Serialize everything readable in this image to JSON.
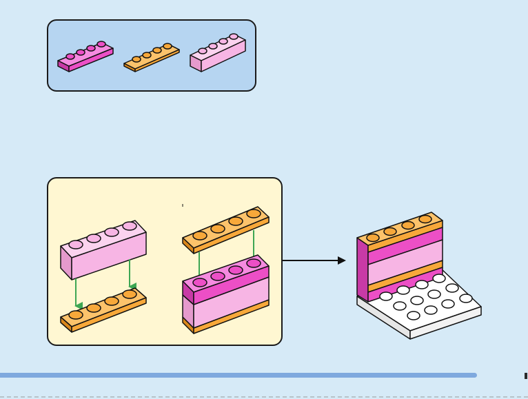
{
  "colors": {
    "background": "#d6eaf7",
    "parts_panel": "#b6d5f1",
    "steps_panel": "#fff7d2",
    "magenta": "#ec4fc6",
    "orange": "#f7a83a",
    "pink": "#f7b5e4",
    "white_plate": "#ffffff",
    "arrow_green": "#3da653",
    "footer_bar": "#7fa9de"
  },
  "parts_list": [
    {
      "name": "magenta-brick-1x4",
      "color": "magenta",
      "studs": 4
    },
    {
      "name": "orange-plate-1x4",
      "color": "orange",
      "studs": 4
    },
    {
      "name": "pink-brick-1x4",
      "color": "pink",
      "studs": 4
    }
  ],
  "build_steps": [
    {
      "name": "place-pink-on-orange",
      "top": "pink",
      "bottom": "orange"
    },
    {
      "name": "place-orange-on-magenta",
      "top": "orange",
      "bottom": "magenta"
    }
  ],
  "result": {
    "plate_studs": 12,
    "wall_layers": [
      "orange",
      "magenta",
      "pink",
      "orange",
      "magenta"
    ]
  }
}
